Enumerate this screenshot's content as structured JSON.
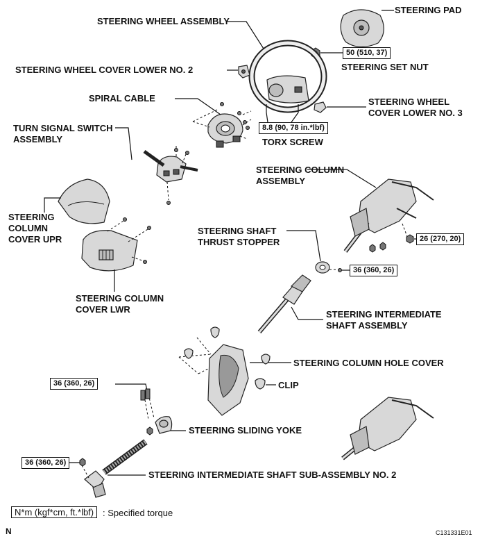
{
  "labels": {
    "steering_pad": "STEERING PAD",
    "steering_wheel_assembly": "STEERING WHEEL ASSEMBLY",
    "steering_set_nut": "STEERING SET NUT",
    "steering_wheel_cover_lower_no2": "STEERING WHEEL COVER LOWER NO. 2",
    "spiral_cable": "SPIRAL CABLE",
    "steering_wheel_cover_lower_no3": "STEERING WHEEL\nCOVER LOWER NO. 3",
    "torx_screw": "TORX SCREW",
    "turn_signal_switch_assembly": "TURN SIGNAL SWITCH\nASSEMBLY",
    "steering_column_assembly": "STEERING COLUMN\nASSEMBLY",
    "steering_column_cover_upr": "STEERING\nCOLUMN\nCOVER UPR",
    "steering_shaft_thrust_stopper": "STEERING SHAFT\nTHRUST STOPPER",
    "steering_column_cover_lwr": "STEERING COLUMN\nCOVER LWR",
    "steering_intermediate_shaft_assembly": "STEERING INTERMEDIATE\nSHAFT ASSEMBLY",
    "steering_column_hole_cover": "STEERING COLUMN HOLE COVER",
    "clip": "CLIP",
    "steering_sliding_yoke": "STEERING SLIDING YOKE",
    "steering_intermediate_shaft_sub_assembly_no2": "STEERING INTERMEDIATE SHAFT SUB-ASSEMBLY NO. 2"
  },
  "torques": {
    "set_nut": "50 (510, 37)",
    "torx_screw": "8.8 (90, 78 in.*lbf)",
    "column": "26 (270, 20)",
    "thrust_stopper": "36 (360, 26)",
    "sliding_yoke": "36 (360, 26)",
    "sub_assembly": "36 (360, 26)"
  },
  "legend": {
    "unit_box": "N*m (kgf*cm, ft.*lbf)",
    "description": ": Specified torque"
  },
  "footer": {
    "letter": "N",
    "code": "C131331E01"
  }
}
